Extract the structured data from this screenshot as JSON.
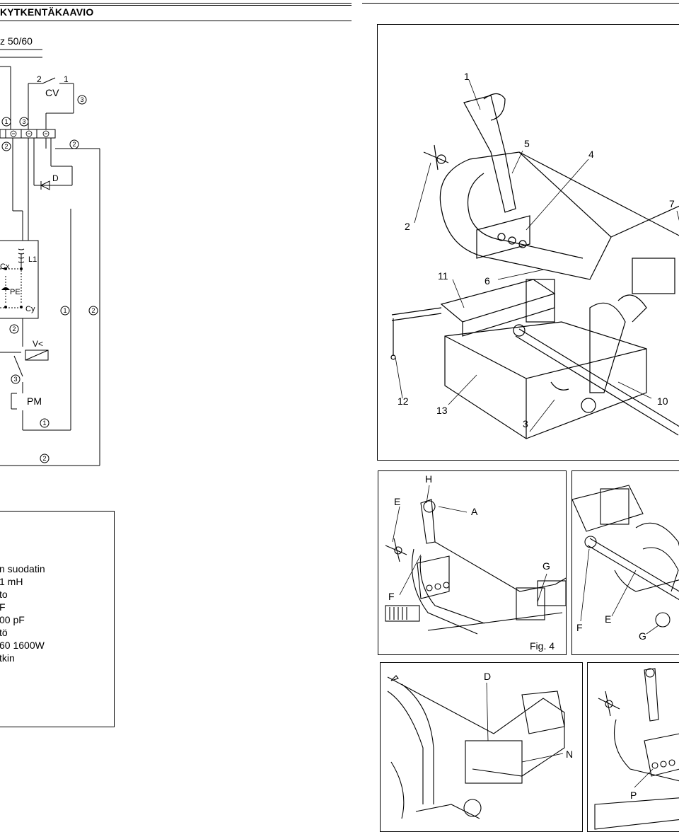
{
  "header": {
    "title": "KYTKENTÄKAAVIO"
  },
  "schematic": {
    "frequency": "z 50/60",
    "labels": {
      "cv": "CV",
      "switch_2": "2",
      "switch_1": "1",
      "d": "D",
      "l1": "L1",
      "cx": "Cx",
      "pe": "PE",
      "cy": "Cy",
      "vless": "V<",
      "pm": "PM"
    },
    "circled_1": "1",
    "circled_2": "2",
    "circled_3": "3"
  },
  "legend": {
    "lines": [
      "n suodatin",
      "1 mH",
      "to",
      "F",
      "00 pF",
      "tö",
      "60 1600W",
      "tkin"
    ]
  },
  "fig_main": {
    "callouts": [
      "1",
      "2",
      "3",
      "4",
      "5",
      "6",
      "7",
      "10",
      "11",
      "12",
      "13"
    ]
  },
  "fig4": {
    "callouts": [
      "H",
      "E",
      "A",
      "F",
      "G"
    ],
    "caption": "Fig. 4"
  },
  "fig5": {
    "callouts": [
      "F",
      "E",
      "G"
    ]
  },
  "fig6": {
    "callouts": [
      "D",
      "N"
    ]
  },
  "fig7": {
    "callouts": [
      "P"
    ]
  }
}
